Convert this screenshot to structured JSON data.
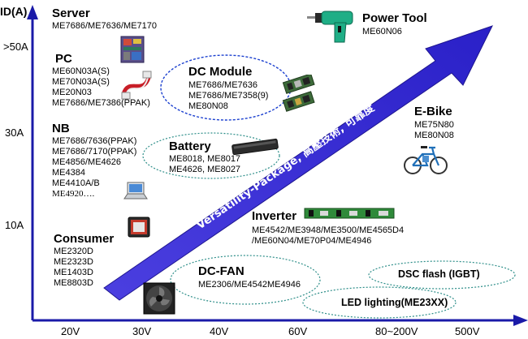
{
  "axis": {
    "y_title": "ID(A)",
    "y_ticks": [
      ">50A",
      "30A",
      "10A"
    ],
    "x_ticks": [
      "20V",
      "30V",
      "40V",
      "60V",
      "80~200V",
      "500V"
    ]
  },
  "arrow": {
    "label": "Versatility-Package, 高壓技術, 可靠度",
    "color": "#3a2fd6"
  },
  "categories": {
    "server": {
      "title": "Server",
      "parts": [
        "ME7686/ME7636/ME7170"
      ]
    },
    "pc": {
      "title": "PC",
      "parts": [
        "ME60N03A(S)",
        "ME70N03A(S)",
        "ME20N03",
        "ME7686/ME7386(PPAK)"
      ]
    },
    "nb": {
      "title": "NB",
      "parts": [
        "ME7686/7636(PPAK)",
        "ME7686/7170(PPAK)",
        "ME4856/ME4626",
        "ME4384",
        "ME4410A/B",
        "ME4920…."
      ]
    },
    "consumer": {
      "title": "Consumer",
      "parts": [
        "ME2320D",
        "ME2323D",
        "ME1403D",
        "ME8803D"
      ]
    },
    "dc_module": {
      "title": "DC Module",
      "parts": [
        "ME7686/ME7636",
        "ME7686/ME7358(9)",
        "ME80N08"
      ]
    },
    "battery": {
      "title": "Battery",
      "parts": [
        "ME8018, ME8017",
        "ME4626, ME8027"
      ]
    },
    "power_tool": {
      "title": "Power Tool",
      "parts": [
        "ME60N06"
      ]
    },
    "ebike": {
      "title": "E-Bike",
      "parts": [
        "ME75N80",
        "ME80N08"
      ]
    },
    "inverter": {
      "title": "Inverter",
      "parts": [
        "ME4542/ME3948/ME3500/ME4565D4",
        "/ME60N04/ME70P04/ME4946"
      ]
    },
    "dc_fan": {
      "title": "DC-FAN",
      "parts": [
        "ME2306/ME4542ME4946"
      ]
    },
    "dsc_flash": {
      "title": "DSC flash (IGBT)"
    },
    "led_lighting": {
      "title": "LED lighting(ME23XX)"
    }
  },
  "colors": {
    "axis": "#1a1aa8",
    "ellipse": "#2f8f8a",
    "dc_module_ellipse": "#1a3fcf",
    "arrow_fill": "#3a2fd6"
  }
}
